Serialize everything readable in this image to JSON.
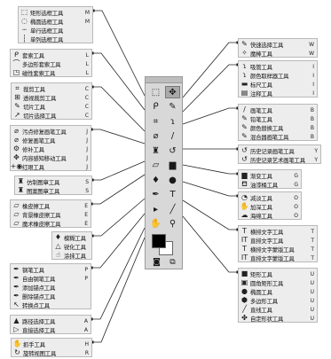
{
  "groups": {
    "marquee": [
      {
        "icon": "rect-marquee-icon",
        "label": "矩形选框工具",
        "key": "M"
      },
      {
        "icon": "ellipse-marquee-icon",
        "label": "椭圆选框工具",
        "key": "M"
      },
      {
        "icon": "single-row-marquee-icon",
        "label": "单行选框工具",
        "key": ""
      },
      {
        "icon": "single-col-marquee-icon",
        "label": "单列选框工具",
        "key": ""
      }
    ],
    "lasso": [
      {
        "icon": "lasso-icon",
        "label": "套索工具",
        "key": "L"
      },
      {
        "icon": "polygon-lasso-icon",
        "label": "多边形套索工具",
        "key": "L"
      },
      {
        "icon": "magnetic-lasso-icon",
        "label": "磁性套索工具",
        "key": "L"
      }
    ],
    "crop": [
      {
        "icon": "crop-icon",
        "label": "裁剪工具",
        "key": "C"
      },
      {
        "icon": "perspective-crop-icon",
        "label": "透视裁剪工具",
        "key": "C"
      },
      {
        "icon": "slice-icon",
        "label": "切片工具",
        "key": "C"
      },
      {
        "icon": "slice-select-icon",
        "label": "切片选择工具",
        "key": "C"
      }
    ],
    "healing": [
      {
        "icon": "spot-heal-icon",
        "label": "污点修复画笔工具",
        "key": "J"
      },
      {
        "icon": "heal-brush-icon",
        "label": "修复画笔工具",
        "key": "J"
      },
      {
        "icon": "patch-icon",
        "label": "修补工具",
        "key": "J"
      },
      {
        "icon": "content-move-icon",
        "label": "内容感知移动工具",
        "key": "J"
      },
      {
        "icon": "red-eye-icon",
        "label": "红眼工具",
        "key": "J"
      }
    ],
    "stamp": [
      {
        "icon": "clone-stamp-icon",
        "label": "仿制图章工具",
        "key": "S"
      },
      {
        "icon": "pattern-stamp-icon",
        "label": "图案图章工具",
        "key": "S"
      }
    ],
    "eraser": [
      {
        "icon": "eraser-icon",
        "label": "橡皮擦工具",
        "key": "E"
      },
      {
        "icon": "bg-eraser-icon",
        "label": "背景橡皮擦工具",
        "key": "E"
      },
      {
        "icon": "magic-eraser-icon",
        "label": "魔术橡皮擦工具",
        "key": "E"
      }
    ],
    "blur": [
      {
        "icon": "blur-icon",
        "label": "模糊工具",
        "key": ""
      },
      {
        "icon": "sharpen-icon",
        "label": "锐化工具",
        "key": ""
      },
      {
        "icon": "smudge-icon",
        "label": "涂抹工具",
        "key": ""
      }
    ],
    "pen": [
      {
        "icon": "pen-icon",
        "label": "钢笔工具",
        "key": "P"
      },
      {
        "icon": "freeform-pen-icon",
        "label": "自由钢笔工具",
        "key": "P"
      },
      {
        "icon": "add-anchor-icon",
        "label": "添加锚点工具",
        "key": ""
      },
      {
        "icon": "delete-anchor-icon",
        "label": "删除锚点工具",
        "key": ""
      },
      {
        "icon": "convert-point-icon",
        "label": "转换点工具",
        "key": ""
      }
    ],
    "path_select": [
      {
        "icon": "path-select-icon",
        "label": "路径选择工具",
        "key": "A"
      },
      {
        "icon": "direct-select-icon",
        "label": "直接选择工具",
        "key": "A"
      }
    ],
    "hand": [
      {
        "icon": "hand-icon",
        "label": "抓手工具",
        "key": "H"
      },
      {
        "icon": "rotate-view-icon",
        "label": "旋转视图工具",
        "key": "R"
      }
    ],
    "quick_select": [
      {
        "icon": "quick-select-icon",
        "label": "快速选择工具",
        "key": "W"
      },
      {
        "icon": "magic-wand-icon",
        "label": "魔棒工具",
        "key": "W"
      }
    ],
    "eyedropper": [
      {
        "icon": "eyedropper-icon",
        "label": "吸管工具",
        "key": "I"
      },
      {
        "icon": "color-sampler-icon",
        "label": "颜色取样器工具",
        "key": "I"
      },
      {
        "icon": "ruler-icon",
        "label": "标尺工具",
        "key": "I"
      },
      {
        "icon": "note-icon",
        "label": "注释工具",
        "key": "I"
      }
    ],
    "brush": [
      {
        "icon": "brush-icon",
        "label": "画笔工具",
        "key": "B"
      },
      {
        "icon": "pencil-icon",
        "label": "铅笔工具",
        "key": "B"
      },
      {
        "icon": "color-replace-icon",
        "label": "颜色替换工具",
        "key": "B"
      },
      {
        "icon": "mixer-brush-icon",
        "label": "混合器画笔工具",
        "key": "B"
      }
    ],
    "history": [
      {
        "icon": "history-brush-icon",
        "label": "历史记录画笔工具",
        "key": "Y"
      },
      {
        "icon": "art-history-icon",
        "label": "历史记录艺术画笔工具",
        "key": "Y"
      }
    ],
    "gradient": [
      {
        "icon": "gradient-icon",
        "label": "渐变工具",
        "key": "G"
      },
      {
        "icon": "paint-bucket-icon",
        "label": "油漆桶工具",
        "key": "G"
      }
    ],
    "dodge": [
      {
        "icon": "dodge-icon",
        "label": "减淡工具",
        "key": "O"
      },
      {
        "icon": "burn-icon",
        "label": "加深工具",
        "key": "O"
      },
      {
        "icon": "sponge-icon",
        "label": "海绵工具",
        "key": "O"
      }
    ],
    "type": [
      {
        "icon": "h-type-icon",
        "label": "横排文字工具",
        "key": "T"
      },
      {
        "icon": "v-type-icon",
        "label": "直排文字工具",
        "key": "T"
      },
      {
        "icon": "h-type-mask-icon",
        "label": "横排文字蒙版工具",
        "key": "T"
      },
      {
        "icon": "v-type-mask-icon",
        "label": "直排文字蒙版工具",
        "key": "T"
      }
    ],
    "shape": [
      {
        "icon": "rect-shape-icon",
        "label": "矩形工具",
        "key": "U"
      },
      {
        "icon": "round-rect-icon",
        "label": "圆角矩形工具",
        "key": "U"
      },
      {
        "icon": "ellipse-shape-icon",
        "label": "椭圆工具",
        "key": "U"
      },
      {
        "icon": "polygon-shape-icon",
        "label": "多边形工具",
        "key": "U"
      },
      {
        "icon": "line-shape-icon",
        "label": "直线工具",
        "key": "U"
      },
      {
        "icon": "custom-shape-icon",
        "label": "自定形状工具",
        "key": "U"
      }
    ]
  },
  "toolbox": {
    "tools": [
      {
        "icon": "marquee-tool-icon",
        "glyph": "⬚"
      },
      {
        "icon": "move-tool-icon",
        "glyph": "✥"
      },
      {
        "icon": "lasso-tool-icon",
        "glyph": "ᑭ"
      },
      {
        "icon": "quick-select-tool-icon",
        "glyph": "✎"
      },
      {
        "icon": "crop-tool-icon",
        "glyph": "⌗"
      },
      {
        "icon": "eyedropper-tool-icon",
        "glyph": "ɿ"
      },
      {
        "icon": "heal-tool-icon",
        "glyph": "⌀"
      },
      {
        "icon": "brush-tool-icon",
        "glyph": "/"
      },
      {
        "icon": "stamp-tool-icon",
        "glyph": "♜"
      },
      {
        "icon": "history-tool-icon",
        "glyph": "↺"
      },
      {
        "icon": "eraser-tool-icon",
        "glyph": "▱"
      },
      {
        "icon": "gradient-tool-icon",
        "glyph": "▆"
      },
      {
        "icon": "blur-tool-icon",
        "glyph": "♦"
      },
      {
        "icon": "dodge-tool-icon",
        "glyph": "●"
      },
      {
        "icon": "pen-tool-icon",
        "glyph": "✒"
      },
      {
        "icon": "type-tool-icon",
        "glyph": "T"
      },
      {
        "icon": "path-select-tool-icon",
        "glyph": "▸"
      },
      {
        "icon": "shape-tool-icon",
        "glyph": "╱"
      },
      {
        "icon": "hand-tool-icon",
        "glyph": "✋"
      },
      {
        "icon": "zoom-tool-icon",
        "glyph": "⚲"
      }
    ],
    "selected_tool": "move-tool-icon",
    "foreground_color": "#000000",
    "background_color": "#ffffff",
    "quick_mask_icon": "quick-mask-icon",
    "screen_mode_icon": "screen-mode-icon"
  }
}
